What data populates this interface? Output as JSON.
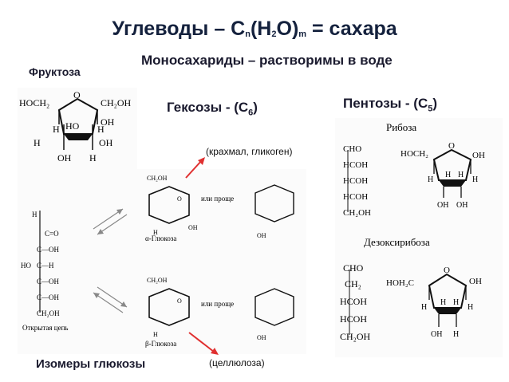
{
  "slide": {
    "title_main": "Углеводы – C",
    "title_sub_n": "n",
    "title_mid1": "(H",
    "title_sub_2": "2",
    "title_mid2": "O)",
    "title_sub_m": "m",
    "title_end": " = сахара",
    "monosaccharides": "Моносахариды – растворимы в воде",
    "fructose": "Фруктоза",
    "hexoses_pre": "Гексозы - (C",
    "hexoses_sub": "6",
    "hexoses_post": ")",
    "pentoses_pre": "Пентозы - (C",
    "pentoses_sub": "5",
    "pentoses_post": ")",
    "starch_note": "(крахмал, гликоген)",
    "cellulose_note": "(целлюлоза)",
    "glucose_isomers": "Изомеры глюкозы"
  },
  "figures": {
    "fructose_ring": {
      "hoch2": "HOCH₂",
      "ch2oh": "CH₂OH",
      "o": "O",
      "h1": "H",
      "h2": "H",
      "ho": "HO",
      "oh1": "OH",
      "oh2": "OH",
      "h3": "H",
      "h4": "H",
      "oh3": "OH"
    },
    "ribose": {
      "name": "Рибоза",
      "chain": [
        "CHO",
        "HCOH",
        "HCOH",
        "HCOH",
        "CH₂OH"
      ],
      "ring_hoch2": "HOCH₂",
      "ring_o": "O",
      "ring_oh": "OH",
      "ring_labels": [
        "H",
        "H",
        "H",
        "H",
        "OH",
        "OH"
      ]
    },
    "deoxyribose": {
      "name": "Дезоксирибоза",
      "chain": [
        "CHO",
        "CH₂",
        "HCOH",
        "HCOH",
        "CH₂OH"
      ],
      "ring_hoch2": "HOH₂C",
      "ring_o": "O",
      "ring_oh": "OH",
      "ring_labels": [
        "H",
        "H",
        "H",
        "H",
        "OH",
        "H"
      ]
    },
    "glucose_panel": {
      "alpha_caption": "α-Глюкоза",
      "beta_caption": "β-Глюкоза",
      "simpler_1": "или проще",
      "simpler_2": "или проще",
      "open_chain_caption": "Открытая цепь",
      "ch2oh": "CH₂OH",
      "o": "O",
      "oh": "OH",
      "h": "H",
      "ho": "HO",
      "chain_rows": [
        "C=O",
        "C—OH",
        "C—H",
        "C—OH",
        "C—OH",
        "CH₂OH"
      ]
    }
  },
  "colors": {
    "title": "#14213d",
    "arrow": "#e03030",
    "panel_bg": "#fbfbfb",
    "ink": "#111111"
  }
}
